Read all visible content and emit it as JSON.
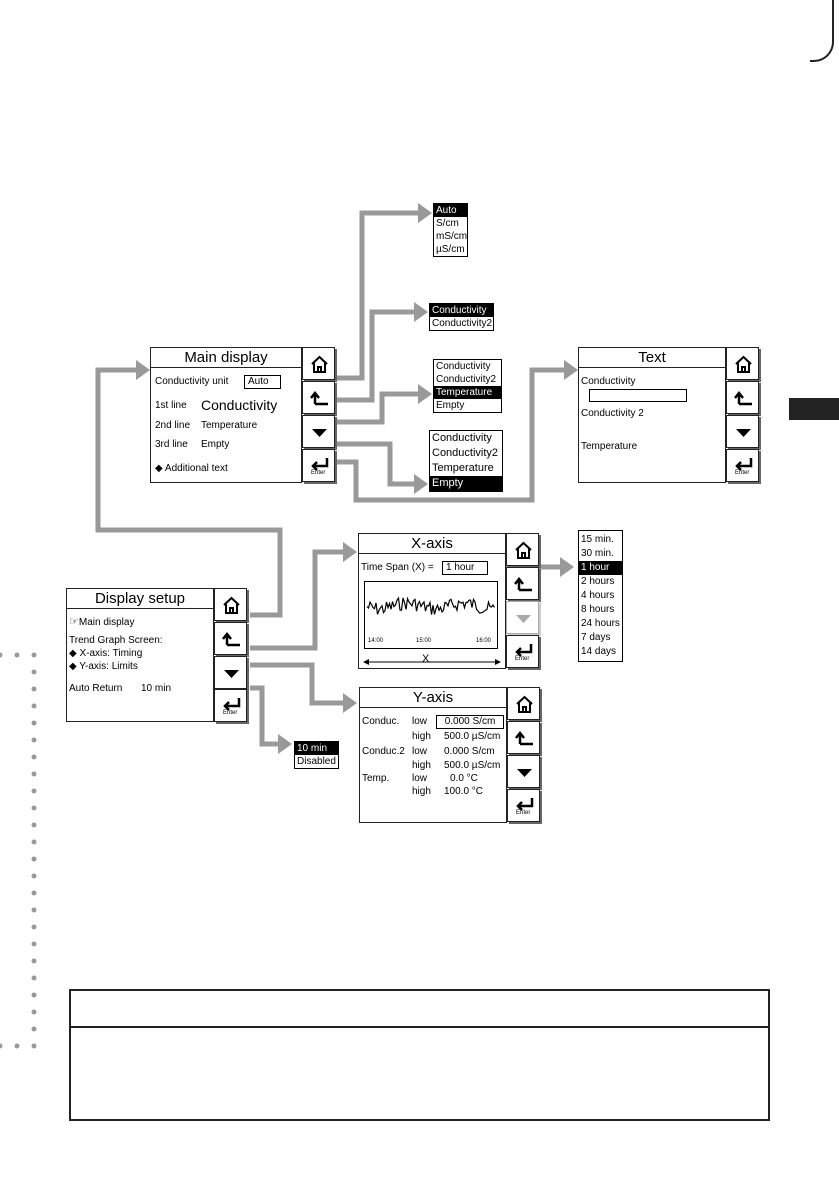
{
  "main_display": {
    "title": "Main display",
    "conductivity_unit_label": "Conductivity unit",
    "conductivity_unit_value": "Auto",
    "line1_label": "1st line",
    "line1_value": "Conductivity",
    "line2_label": "2nd line",
    "line2_value": "Temperature",
    "line3_label": "3rd line",
    "line3_value": "Empty",
    "additional_text": "◆ Additional text"
  },
  "unit_menu": [
    "Auto",
    "S/cm",
    "mS/cm",
    "µS/cm"
  ],
  "line1_menu": [
    "Conductivity",
    "Conductivity2"
  ],
  "line2_menu": [
    "Conductivity",
    "Conductivity2",
    "Temperature",
    "Empty"
  ],
  "line3_menu": [
    "Conductivity",
    "Conductivity2",
    "Temperature",
    "Empty"
  ],
  "text_screen": {
    "title": "Text",
    "item1": "Conductivity",
    "item2": "Conductivity 2",
    "item3": "Temperature"
  },
  "display_setup": {
    "title": "Display setup",
    "main_display_link": "Main display",
    "trend_graph_label": "Trend Graph Screen:",
    "x_axis_item": "◆ X-axis: Timing",
    "y_axis_item": "◆ Y-axis: Limits",
    "auto_return_label": "Auto Return",
    "auto_return_value": "10 min"
  },
  "auto_return_menu": [
    "10 min",
    "Disabled"
  ],
  "x_axis": {
    "title": "X-axis",
    "time_span_label": "Time Span (X) =",
    "time_span_value": "1 hour",
    "tick1": "14:00",
    "tick2": "15:00",
    "tick3": "16:00",
    "axis_label": "X"
  },
  "time_span_menu": [
    "15 min.",
    "30 min.",
    "1 hour",
    "2 hours",
    "4 hours",
    "8 hours",
    "24 hours",
    "7 days",
    "14 days"
  ],
  "y_axis": {
    "title": "Y-axis",
    "r1_name": "Conduc.",
    "r1_low_label": "low",
    "r1_low_value": "0.000 S/cm",
    "r1_high_label": "high",
    "r1_high_value": "500.0 µS/cm",
    "r2_name": "Conduc.2",
    "r2_low_label": "low",
    "r2_low_value": "0.000 S/cm",
    "r2_high_label": "high",
    "r2_high_value": "500.0 µS/cm",
    "r3_name": "Temp.",
    "r3_low_label": "low",
    "r3_low_value": "0.0 °C",
    "r3_high_label": "high",
    "r3_high_value": "100.0 °C"
  },
  "enter_label": "Enter",
  "colors": {
    "arrow": "#999999",
    "ink": "#222222"
  }
}
